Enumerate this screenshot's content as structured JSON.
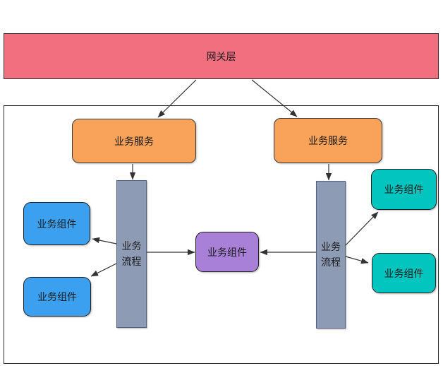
{
  "nodes": {
    "gateway": {
      "label": "网关层"
    },
    "service_left": {
      "label": "业务服务"
    },
    "service_right": {
      "label": "业务服务"
    },
    "process_left": {
      "label": "业务\n流程"
    },
    "process_right": {
      "label": "业务\n流程"
    },
    "component_left_top": {
      "label": "业务组件"
    },
    "component_left_bottom": {
      "label": "业务组件"
    },
    "component_center": {
      "label": "业务组件"
    },
    "component_right_top": {
      "label": "业务组件"
    },
    "component_right_bottom": {
      "label": "业务组件"
    }
  },
  "colors": {
    "gateway_fill": "#F26F80",
    "service_fill": "#F9A25A",
    "process_fill": "#8D9BB5",
    "component_left_fill": "#3BA0F0",
    "component_center_fill": "#A980D8",
    "component_right_fill": "#02C5BF",
    "connector": "#333333",
    "text": "#1b1b1b",
    "background": "#ffffff"
  }
}
